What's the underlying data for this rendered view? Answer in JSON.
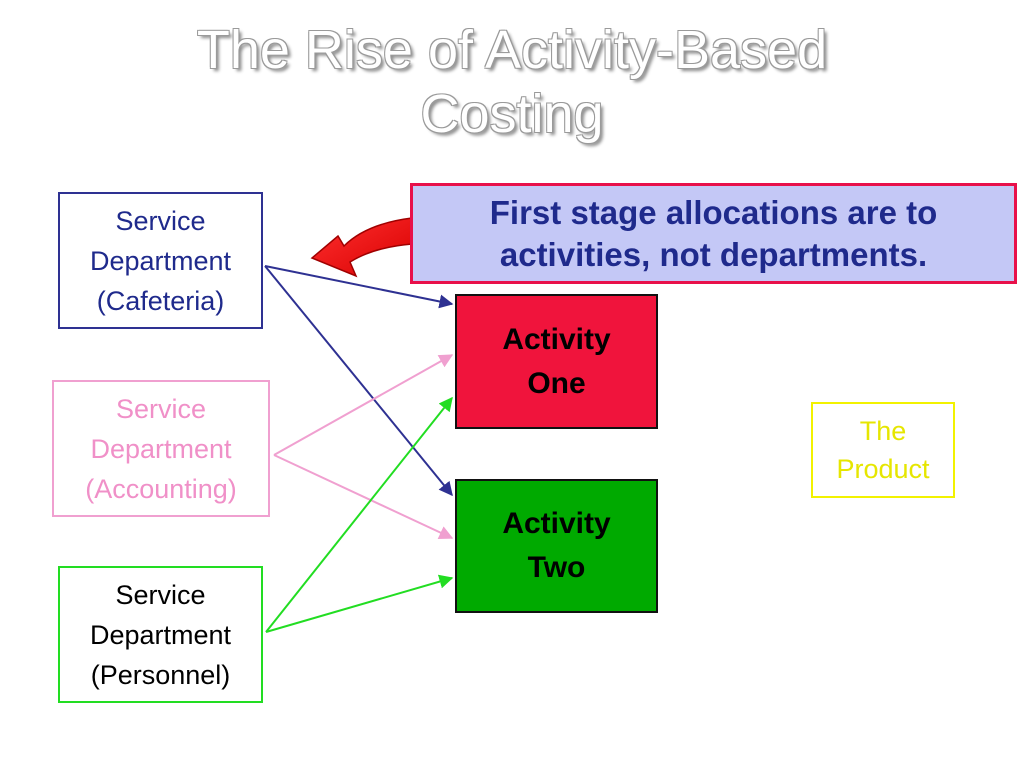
{
  "title": {
    "line1": "The Rise of Activity-Based",
    "line2": "Costing"
  },
  "callout": {
    "line1": "First stage allocations are to",
    "line2": "activities, not departments."
  },
  "service_departments": [
    {
      "line1": "Service",
      "line2": "Department",
      "line3": "(Cafeteria)",
      "color": "#2e3192"
    },
    {
      "line1": "Service",
      "line2": "Department",
      "line3": "(Accounting)",
      "color": "#f0a0d0"
    },
    {
      "line1": "Service",
      "line2": "Department",
      "line3": "(Personnel)",
      "color": "#22dd22"
    }
  ],
  "activities": [
    {
      "line1": "Activity",
      "line2": "One",
      "color": "#f0143c"
    },
    {
      "line1": "Activity",
      "line2": "Two",
      "color": "#00aa00"
    }
  ],
  "product": {
    "line1": "The",
    "line2": "Product",
    "color": "#f2f200"
  },
  "connections": [
    {
      "from": "Cafeteria",
      "to": "Activity One",
      "color": "#2e3192"
    },
    {
      "from": "Cafeteria",
      "to": "Activity Two",
      "color": "#2e3192"
    },
    {
      "from": "Accounting",
      "to": "Activity One",
      "color": "#f0a0d0"
    },
    {
      "from": "Accounting",
      "to": "Activity Two",
      "color": "#f0a0d0"
    },
    {
      "from": "Personnel",
      "to": "Activity One",
      "color": "#22dd22"
    },
    {
      "from": "Personnel",
      "to": "Activity Two",
      "color": "#22dd22"
    }
  ]
}
